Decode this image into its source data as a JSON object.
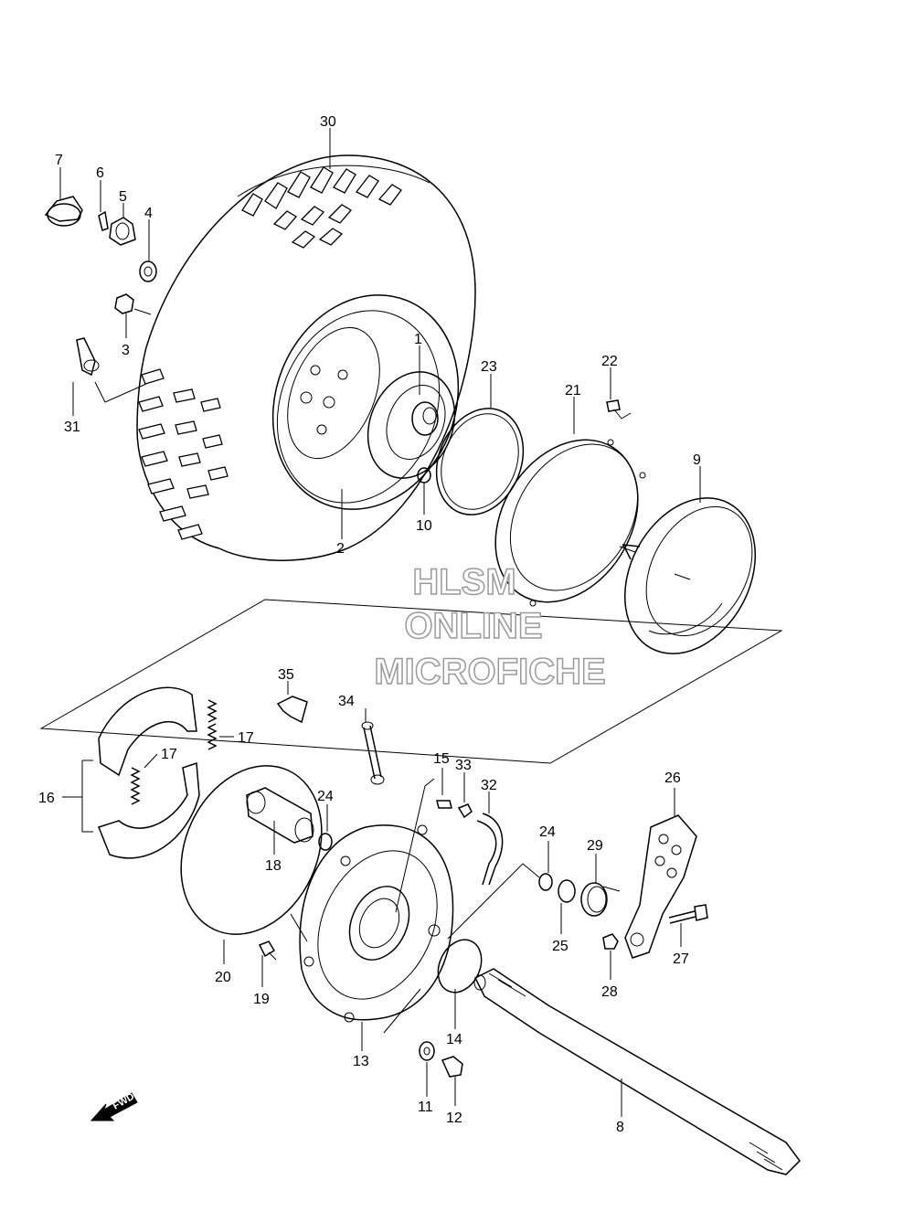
{
  "callouts": {
    "p1": "1",
    "p2": "2",
    "p3": "3",
    "p4": "4",
    "p5": "5",
    "p6": "6",
    "p7": "7",
    "p8": "8",
    "p9": "9",
    "p10": "10",
    "p11": "11",
    "p12": "12",
    "p13": "13",
    "p14": "14",
    "p15": "15",
    "p16": "16",
    "p17a": "17",
    "p17b": "17",
    "p18": "18",
    "p19": "19",
    "p20": "20",
    "p21": "21",
    "p22": "22",
    "p23": "23",
    "p24a": "24",
    "p24b": "24",
    "p25": "25",
    "p26": "26",
    "p27": "27",
    "p28": "28",
    "p29": "29",
    "p30": "30",
    "p31": "31",
    "p32": "32",
    "p33": "33",
    "p34": "34",
    "p35": "35"
  },
  "watermark": {
    "line1": "HLSM",
    "line2": "ONLINE",
    "line3": "MICROFICHE"
  },
  "fwd_label": "FWD",
  "fwd_icon": "arrow-fwd-icon"
}
